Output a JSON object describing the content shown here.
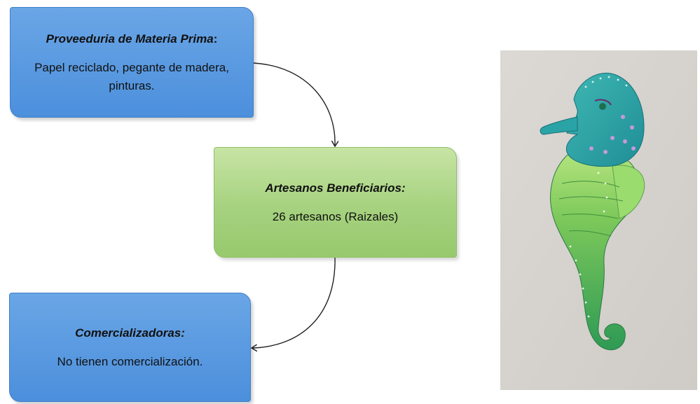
{
  "supply": {
    "title": "Proveeduria de Materia Prima",
    "title_suffix": ":",
    "text": "Papel reciclado, pegante de madera, pinturas."
  },
  "artisans": {
    "title": "Artesanos Beneficiarios:",
    "text": "26 artesanos (Raizales)"
  },
  "sellers": {
    "title": "Comercializadoras:",
    "text": "No tienen comercialización."
  },
  "photo": {
    "subject": "seahorse-handicraft",
    "colors": {
      "head": "#2aa7a5",
      "body_light": "#8fd36b",
      "body_dark": "#2f9a52",
      "background": "#d8d4d0"
    }
  },
  "colors": {
    "blue_box": "#5b9be0",
    "green_box": "#a9d18e",
    "connector": "#222222"
  }
}
